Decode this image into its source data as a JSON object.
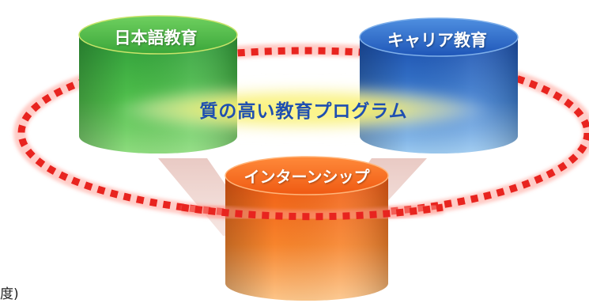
{
  "cylinders": {
    "nihongo": {
      "label": "日本語教育",
      "color": "#2f9e3c"
    },
    "career": {
      "label": "キャリア教育",
      "color": "#1f56b8"
    },
    "intern": {
      "label": "インターンシップ",
      "color": "#f06416"
    }
  },
  "center": {
    "label": "質の高い教育プログラム",
    "color": "#1f4fb0"
  },
  "ring": {
    "color": "#e8241f"
  },
  "fragment": {
    "text": "度)"
  }
}
